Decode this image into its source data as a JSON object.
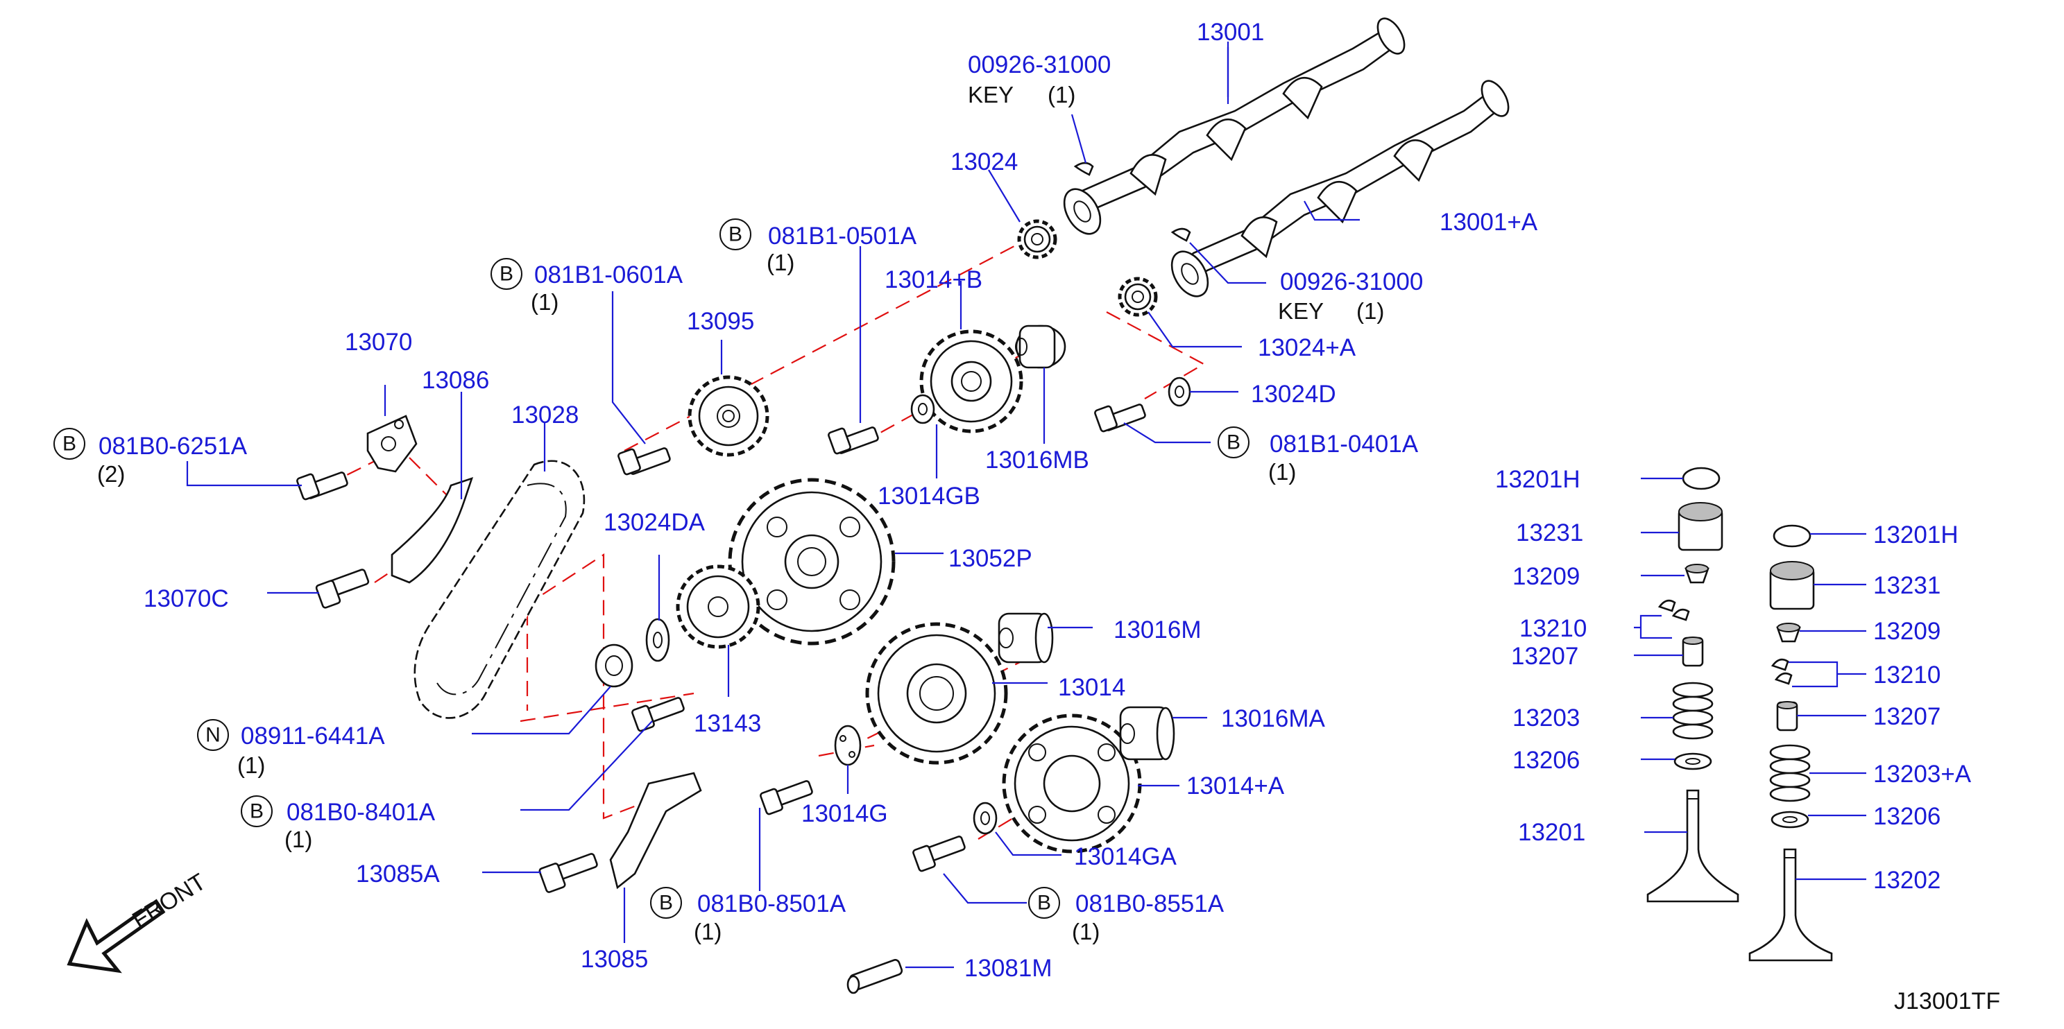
{
  "colors": {
    "label": "#1a1ad6",
    "leader": "#1a1ad6",
    "hidden_line": "#e01010",
    "part_outline": "#111111"
  },
  "parts": {
    "p13001": "13001",
    "p00926_top": "00926-31000",
    "key_top": "KEY",
    "qty_key_top": "(1)",
    "p13001A": "13001+A",
    "p13024": "13024",
    "p00926_mid": "00926-31000",
    "key_mid": "KEY",
    "qty_key_mid": "(1)",
    "p081B1_0501A": "081B1-0501A",
    "qty_0501A": "(1)",
    "p081B1_0601A": "081B1-0601A",
    "qty_0601A": "(1)",
    "p13014B": "13014+B",
    "p13024A": "13024+A",
    "p13095": "13095",
    "p13070": "13070",
    "p13086": "13086",
    "p13028": "13028",
    "p13024D": "13024D",
    "p081B0_6251A": "081B0-6251A",
    "qty_6251A": "(2)",
    "p081B1_0401A": "081B1-0401A",
    "qty_0401A": "(1)",
    "p13016MB": "13016MB",
    "p13014GB": "13014GB",
    "p13024DA": "13024DA",
    "p13052P": "13052P",
    "p13070C": "13070C",
    "p13016M": "13016M",
    "p13014": "13014",
    "p13143": "13143",
    "p08911_6441A": "08911-6441A",
    "qty_6441A": "(1)",
    "p13016MA": "13016MA",
    "p081B0_8401A": "081B0-8401A",
    "qty_8401A": "(1)",
    "p13014G": "13014G",
    "p13014A": "13014+A",
    "p13085A": "13085A",
    "p13014GA": "13014GA",
    "p081B0_8501A": "081B0-8501A",
    "qty_8501A": "(1)",
    "p081B0_8551A": "081B0-8551A",
    "qty_8551A": "(1)",
    "p13085": "13085",
    "p13081M": "13081M",
    "valve_left": {
      "p13201H": "13201H",
      "p13231": "13231",
      "p13209": "13209",
      "p13210": "13210",
      "p13207": "13207",
      "p13203": "13203",
      "p13206": "13206",
      "p13201": "13201"
    },
    "valve_right": {
      "p13201H": "13201H",
      "p13231": "13231",
      "p13209": "13209",
      "p13210": "13210",
      "p13207": "13207",
      "p13203A": "13203+A",
      "p13206": "13206",
      "p13202": "13202"
    }
  },
  "badges": {
    "B": "B",
    "N": "N"
  },
  "front_label": "FRONT",
  "diagram_code": "J13001TF"
}
